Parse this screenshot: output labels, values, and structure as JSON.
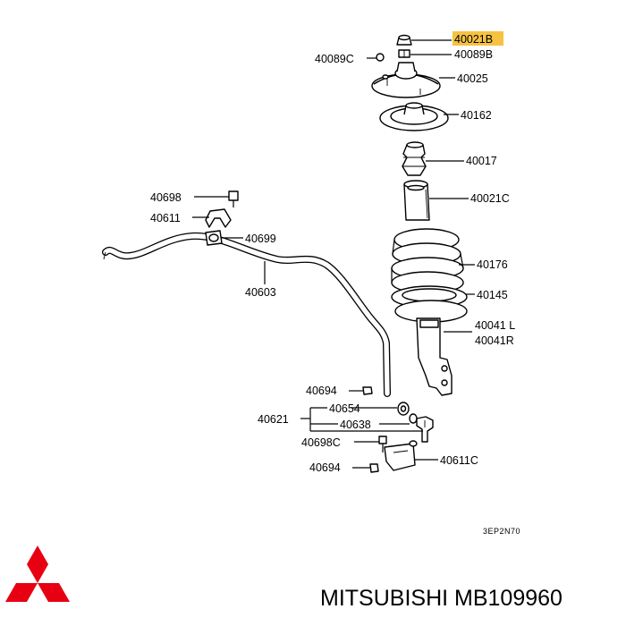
{
  "labels": {
    "l40021B": "40021B",
    "l40089B": "40089B",
    "l40089C": "40089C",
    "l40025": "40025",
    "l40162": "40162",
    "l40017": "40017",
    "l40021C": "40021C",
    "l40698": "40698",
    "l40611": "40611",
    "l40699": "40699",
    "l40603": "40603",
    "l40176": "40176",
    "l40145": "40145",
    "l40041L": "40041 L",
    "l40041R": "40041R",
    "l40694a": "40694",
    "l40654": "40654",
    "l40621": "40621",
    "l40638": "40638",
    "l40698C": "40698C",
    "l40611C": "40611C",
    "l40694b": "40694"
  },
  "diagram_code": "3EP2N70",
  "footer": {
    "brand_text": "MITSUBISHI MB109960"
  },
  "colors": {
    "highlight": "#f5c242",
    "logo": "#e60012",
    "ink": "#000000"
  }
}
